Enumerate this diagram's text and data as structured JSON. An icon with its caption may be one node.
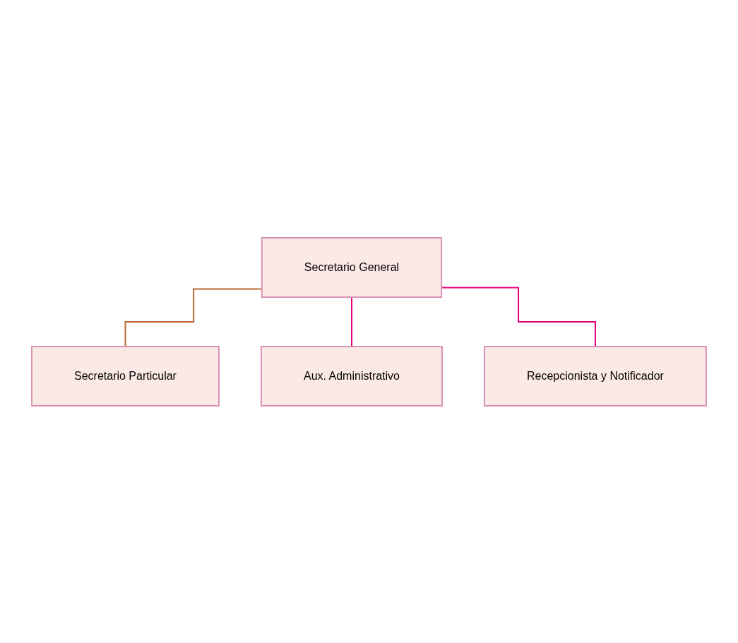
{
  "diagram": {
    "nodes": [
      {
        "text": [
          "Secretario General"
        ]
      },
      {
        "text": [
          "Secretario Particular"
        ]
      },
      {
        "text": [
          "Aux. Administrativo"
        ]
      },
      {
        "text": [
          "Recepcionista y Notificador"
        ]
      }
    ],
    "edges": [
      {
        "from": 0,
        "to": 1,
        "arrow": "none",
        "color": "#b8662e"
      },
      {
        "from": 0,
        "to": 2,
        "arrow": "none"
      },
      {
        "from": 0,
        "to": 3,
        "arrow": "none"
      }
    ]
  }
}
